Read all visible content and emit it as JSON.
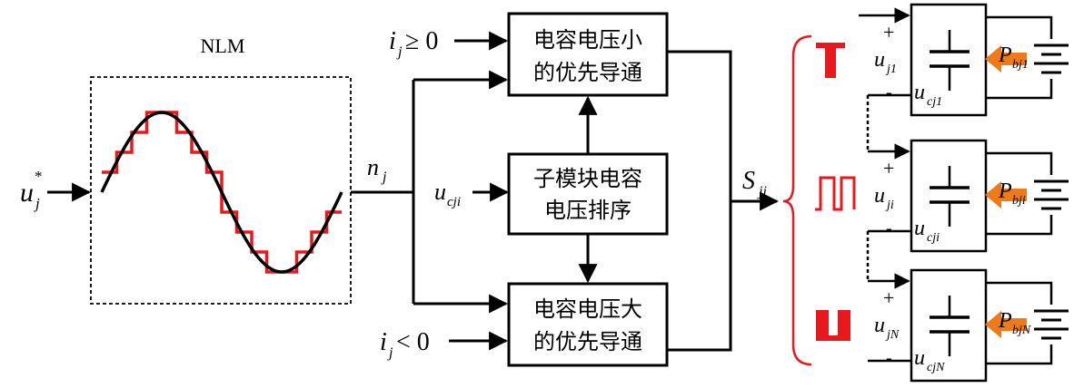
{
  "nlm": {
    "title": "NLM"
  },
  "signals": {
    "u_ref": "u",
    "u_ref_sub": "j",
    "u_ref_sup": "*",
    "n": "n",
    "n_sub": "j",
    "ucji": "u",
    "ucji_sub": "cji",
    "S": "S",
    "S_sub": "ji",
    "ij_ge": "i",
    "ij_ge_sub": "j",
    "ij_ge_rest": " ≥ 0",
    "ij_lt": "i",
    "ij_lt_sub": "j",
    "ij_lt_rest": " < 0"
  },
  "blocks": {
    "top_line1": "电容电压小",
    "top_line2": "的优先导通",
    "mid_line1": "子模块电容",
    "mid_line2": "电压排序",
    "bot_line1": "电容电压大",
    "bot_line2": "的优先导通"
  },
  "modules": [
    {
      "plus": "+",
      "minus": "-",
      "uj": "u",
      "uj_sub": "j1",
      "uc": "u",
      "uc_sub": "cj1",
      "P": "P",
      "P_sub": "bj1"
    },
    {
      "plus": "+",
      "minus": "-",
      "uj": "u",
      "uj_sub": "ji",
      "uc": "u",
      "uc_sub": "cji",
      "P": "P",
      "P_sub": "bji"
    },
    {
      "plus": "+",
      "minus": "-",
      "uj": "u",
      "uj_sub": "jN",
      "uc": "u",
      "uc_sub": "cjN",
      "P": "P",
      "P_sub": "bjN"
    }
  ],
  "colors": {
    "line": "#000000",
    "red": "#e8181c",
    "orange": "#ee7a1a"
  }
}
